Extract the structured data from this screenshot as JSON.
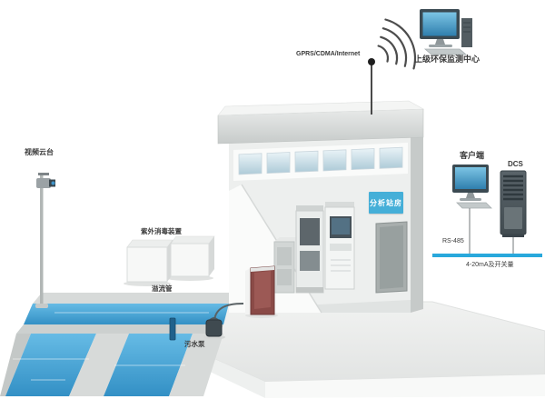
{
  "diagram": {
    "labels": {
      "video_ptz": "视频云台",
      "network": "GPRS/CDMA/Internet",
      "monitoring_center": "上级环保监测中心",
      "client": "客户端",
      "dcs": "DCS",
      "rs485": "RS-485",
      "analog_bus": "4-20mA及开关量",
      "station_sign": "分析站房",
      "uv_device": "紫外消毒装置",
      "overflow_pipe": "溢流管",
      "sewage_pump": "污水泵"
    },
    "colors": {
      "water": "#4FA9DA",
      "water_deep": "#2E86BC",
      "sign_blue": "#45AFD8",
      "bus_blue": "#29A8DC",
      "screen_blue": "#4FA3CE",
      "structure_gray": "#D8DBDA",
      "dark_slate": "#3C474D",
      "label_text": "#3A3A3A"
    }
  }
}
